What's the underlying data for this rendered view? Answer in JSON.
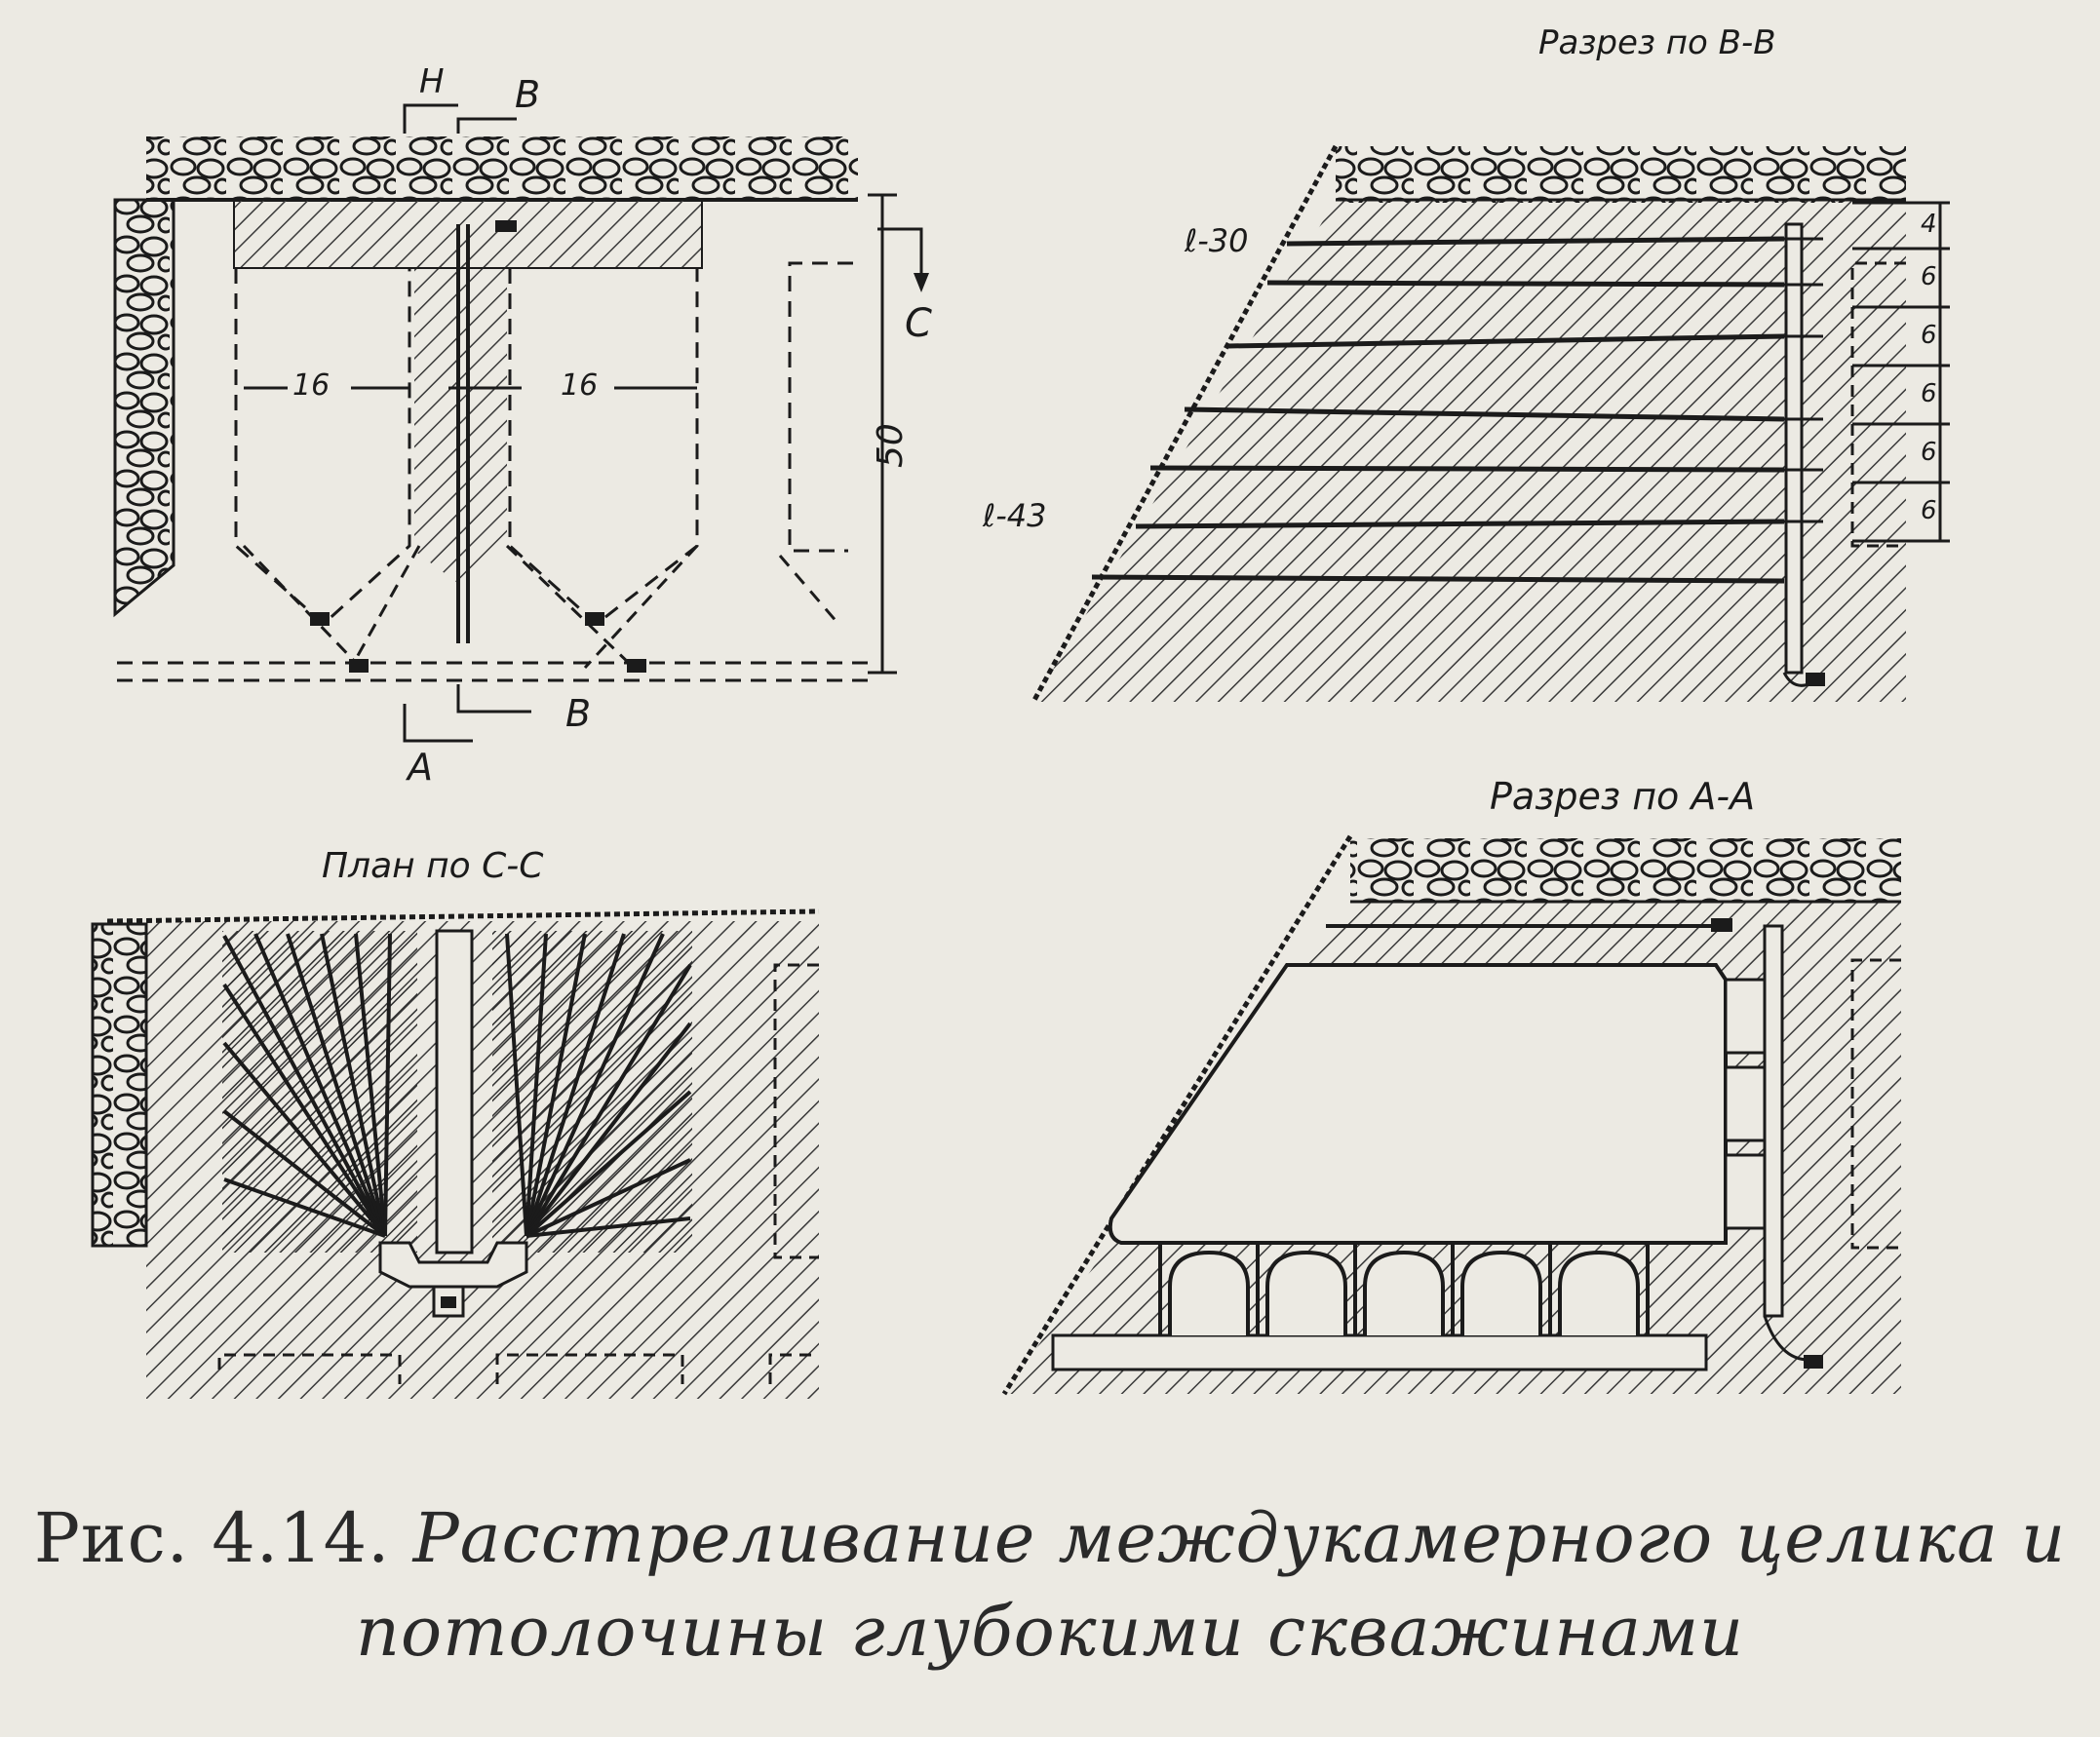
{
  "caption": {
    "prefix": "Рис. 4.14.",
    "line1": "Расстреливание междукамерного целика и",
    "line2": "потолочины глубокими скважинами"
  },
  "views": {
    "top_left": {
      "section_marks": {
        "n": "Н",
        "b_top": "В",
        "b_bottom": "В",
        "a": "А",
        "c": "С"
      },
      "dimensions": {
        "left_width": "16",
        "right_width": "16",
        "height": "50"
      }
    },
    "section_bb": {
      "title": "Разрез по В-В",
      "annotations": {
        "upper": "ℓ-30",
        "lower": "ℓ-43"
      },
      "level_spacings": [
        "4",
        "6",
        "6",
        "6",
        "6",
        "6"
      ]
    },
    "plan_cc": {
      "title": "План по С-С"
    },
    "section_aa": {
      "title": "Разрез по А-А"
    }
  },
  "colors": {
    "background": "#eceae3",
    "ink": "#1b1b1b",
    "hatch": "#3a3a3a"
  }
}
